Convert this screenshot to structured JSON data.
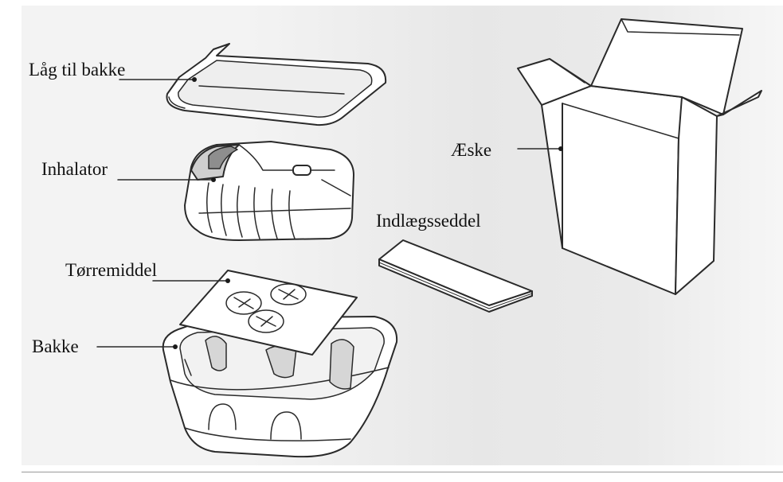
{
  "labels": {
    "lid": "Låg til bakke",
    "inhaler": "Inhalator",
    "desiccant": "Tørremiddel",
    "tray": "Bakke",
    "box": "Æske",
    "leaflet": "Indlægsseddel"
  },
  "colors": {
    "stroke": "#2a2a2a",
    "fill": "#ffffff",
    "shade": "#d9d9d9",
    "dark_shade": "#9c9c9c"
  }
}
